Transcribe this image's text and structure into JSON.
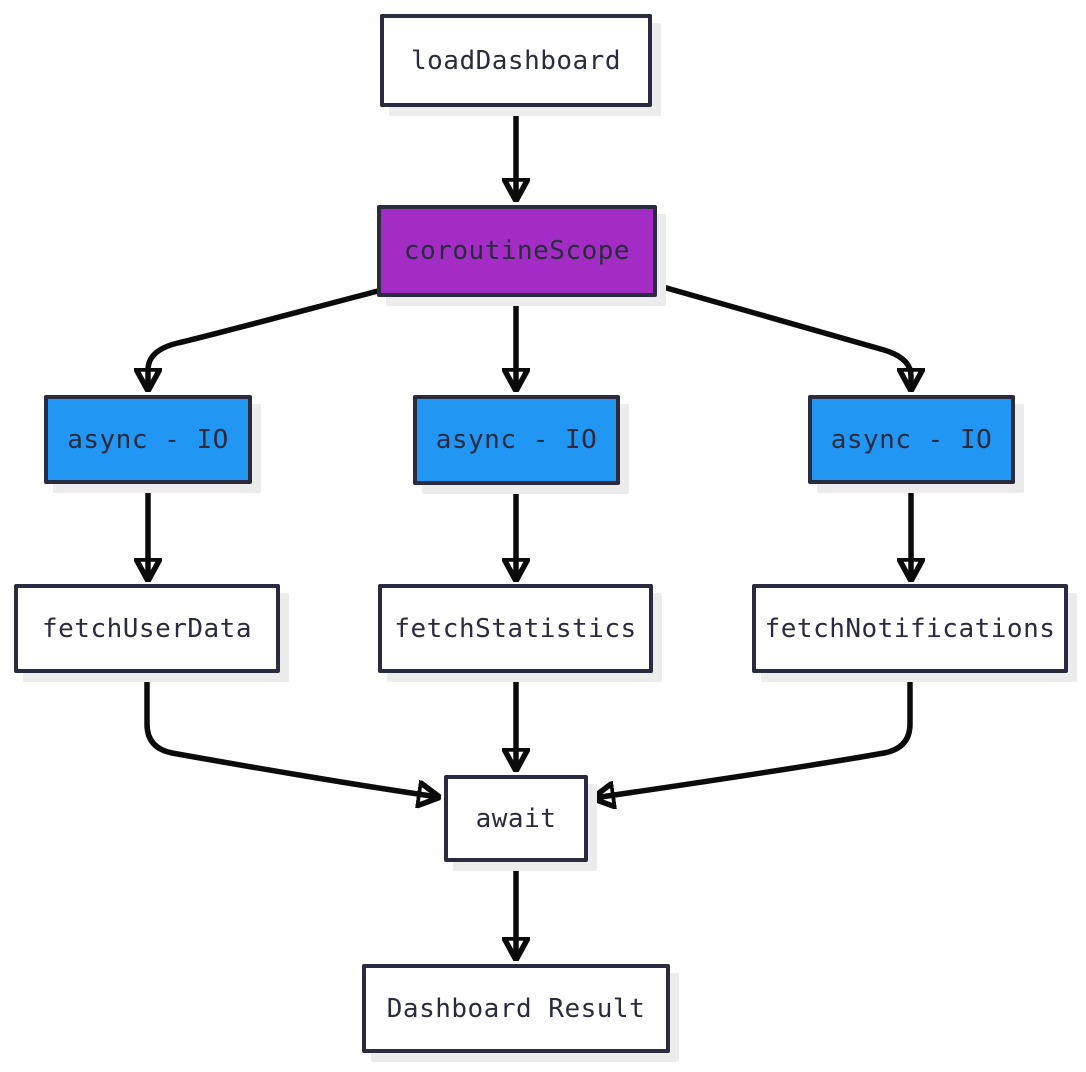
{
  "diagram": {
    "type": "flowchart",
    "background": "#ffffff",
    "colors": {
      "node_border": "#2b2b40",
      "node_text": "#2b2b40",
      "default_node_fill": "#ffffff",
      "scope_node_fill": "#a32cc4",
      "async_node_fill": "#2196f3",
      "arrow": "#0b0b0b",
      "shadow": "#ececec"
    },
    "nodes": [
      {
        "id": "loadDashboard",
        "label": "loadDashboard",
        "type": "default"
      },
      {
        "id": "coroutineScope",
        "label": "coroutineScope",
        "type": "scope"
      },
      {
        "id": "async-io-1",
        "label": "async - IO",
        "type": "async"
      },
      {
        "id": "async-io-2",
        "label": "async - IO",
        "type": "async"
      },
      {
        "id": "async-io-3",
        "label": "async - IO",
        "type": "async"
      },
      {
        "id": "fetchUserData",
        "label": "fetchUserData",
        "type": "default"
      },
      {
        "id": "fetchStatistics",
        "label": "fetchStatistics",
        "type": "default"
      },
      {
        "id": "fetchNotifications",
        "label": "fetchNotifications",
        "type": "default"
      },
      {
        "id": "await",
        "label": "await",
        "type": "default"
      },
      {
        "id": "dashboard-result",
        "label": "Dashboard Result",
        "type": "default"
      }
    ],
    "edges": [
      {
        "from": "loadDashboard",
        "to": "coroutineScope"
      },
      {
        "from": "coroutineScope",
        "to": "async-io-1"
      },
      {
        "from": "coroutineScope",
        "to": "async-io-2"
      },
      {
        "from": "coroutineScope",
        "to": "async-io-3"
      },
      {
        "from": "async-io-1",
        "to": "fetchUserData"
      },
      {
        "from": "async-io-2",
        "to": "fetchStatistics"
      },
      {
        "from": "async-io-3",
        "to": "fetchNotifications"
      },
      {
        "from": "fetchUserData",
        "to": "await"
      },
      {
        "from": "fetchStatistics",
        "to": "await"
      },
      {
        "from": "fetchNotifications",
        "to": "await"
      },
      {
        "from": "await",
        "to": "dashboard-result"
      }
    ]
  }
}
